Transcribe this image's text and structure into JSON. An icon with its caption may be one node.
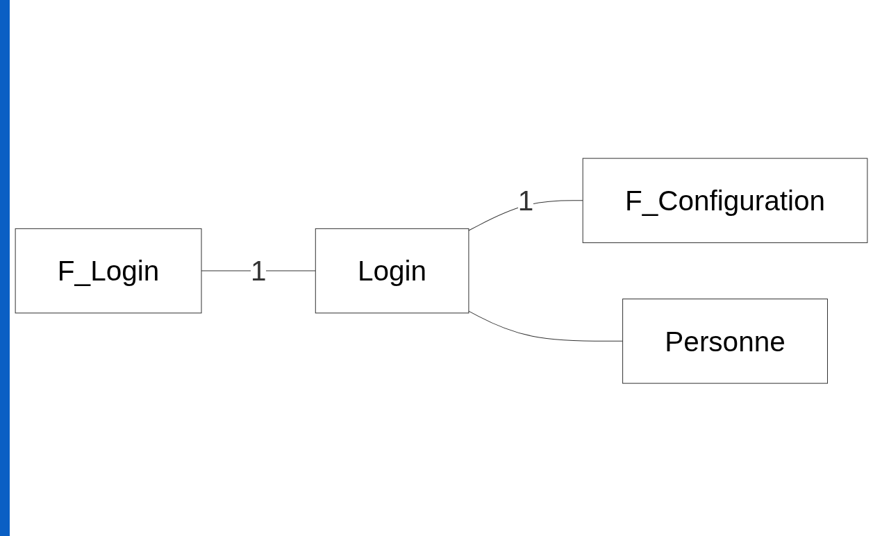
{
  "diagram": {
    "nodes": [
      {
        "text": [
          "F_Login"
        ]
      },
      {
        "text": [
          "Login"
        ]
      },
      {
        "text": [
          "F_Configuration"
        ]
      },
      {
        "text": [
          "Personne"
        ]
      }
    ],
    "edges": [
      {
        "from": 0,
        "to": 1,
        "arrow": "none",
        "label": "1"
      },
      {
        "from": 1,
        "to": 2,
        "arrow": "none",
        "label": "1"
      },
      {
        "from": 1,
        "to": 3,
        "arrow": "none"
      }
    ]
  }
}
